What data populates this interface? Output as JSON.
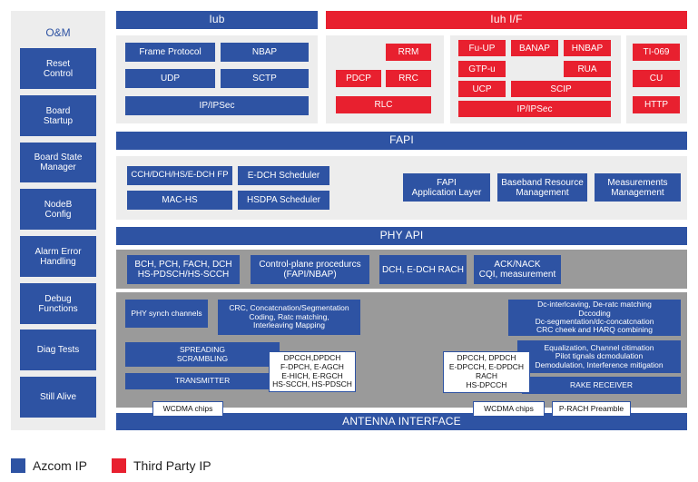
{
  "colors": {
    "azcom": "#2e53a3",
    "third_party": "#e8202f",
    "panel": "#ededed",
    "phy_panel": "#9a9a9a"
  },
  "om": {
    "title": "O&M",
    "items": [
      "Reset\nControl",
      "Board\nStartup",
      "Board State\nManager",
      "NodeB\nConfig",
      "Alarm Error\nHandling",
      "Debug\nFunctions",
      "Diag Tests",
      "Still Alive"
    ]
  },
  "iub": {
    "header": "Iub",
    "frame_protocol": "Frame Protocol",
    "nbap": "NBAP",
    "udp": "UDP",
    "sctp": "SCTP",
    "ip_ipsec": "IP/IPSec"
  },
  "iuh": {
    "header": "Iuh I/F",
    "rrm": "RRM",
    "pdcp": "PDCP",
    "rrc": "RRC",
    "rlc": "RLC",
    "fu_up": "Fu-UP",
    "banap": "BANAP",
    "hnbap": "HNBAP",
    "gtp_u": "GTP-u",
    "rua": "RUA",
    "ucp": "UCP",
    "scip": "SCIP",
    "ip_ipsec": "IP/IPSec",
    "ti_069": "TI-069",
    "cu": "CU",
    "http": "HTTP"
  },
  "fapi": {
    "header": "FAPI",
    "fp": "CCH/DCH/HS/E-DCH FP",
    "edch_sched": "E-DCH Scheduler",
    "mac_hs": "MAC-HS",
    "hsdpa_sched": "HSDPA Scheduler",
    "app_layer": "FAPI\nApplication Layer",
    "baseband": "Baseband Resource\nManagement",
    "measurements": "Measurements\nManagement"
  },
  "phy_api": {
    "header": "PHY API",
    "channels": "BCH, PCH, FACH, DCH\nHS-PDSCH/HS-SCCH",
    "control_plane": "Control-plane procedurcs\n(FAPI/NBAP)",
    "dch_rach": "DCH, E-DCH RACH",
    "ack_nack": "ACK/NACK\nCQI, measurement"
  },
  "phy": {
    "synch": "PHY synch channels",
    "crc": "CRC, Concatcnation/Segmentation\nCoding, Ratc matching,\nInterleaving Mapping",
    "dc_interleaving": "Dc-interlcaving, De-ratc matching\nDccoding\nDc-segmentation/dc-concatcnation\nCRC cheek and HARQ combining",
    "spreading": "SPREADING\nSCRAMBLING",
    "transmitter": "TRANSMITTER",
    "dl_channels": "DPCCH,DPDCH\nF-DPCH, E-AGCH\nE-HICH, E-RGCH\nHS-SCCH, HS-PDSCH",
    "ul_channels": "DPCCH, DPDCH\nE-DPCCH, E-DPDCH\nRACH\nHS-DPCCH",
    "equalization": "Equalization, Channel citimation\nPilot tignals dcmodulation\nDemodulation, Interference mitigation",
    "rake": "RAKE RECEIVER",
    "wcdma_chips_tx": "WCDMA chips",
    "wcdma_chips_rx": "WCDMA chips",
    "prach": "P-RACH Preamble"
  },
  "antenna": "ANTENNA INTERFACE",
  "legend": {
    "azcom": "Azcom IP",
    "third_party": "Third Party IP"
  }
}
